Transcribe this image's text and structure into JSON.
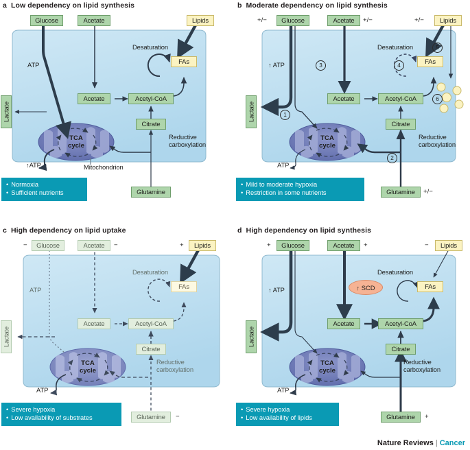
{
  "figure": {
    "footer_journal": "Nature Reviews",
    "footer_separator": "|",
    "footer_section": "Cancer",
    "colors": {
      "cell_fill": "#bfe0f0",
      "metabolite_box": "#aed5ab",
      "lipid_box": "#fbf3c2",
      "callout_teal": "#0a9ab4",
      "mitochondrion": "#6e7cb8",
      "scd_enzyme": "#f6b394",
      "accent_cancer": "#0a9ab4"
    }
  },
  "panels": [
    {
      "letter": "a",
      "title": "Low dependency on lipid synthesis",
      "external_nodes": {
        "glucose": {
          "label": "Glucose",
          "sign": ""
        },
        "acetate": {
          "label": "Acetate",
          "sign": ""
        },
        "lipids": {
          "label": "Lipids",
          "sign": ""
        },
        "lactate": {
          "label": "Lactate"
        },
        "glutamine": {
          "label": "Glutamine",
          "sign": ""
        }
      },
      "internal_nodes": {
        "acetate_in": "Acetate",
        "acetyl_coa": "Acetyl-CoA",
        "citrate": "Citrate",
        "fas": "FAs"
      },
      "labels": {
        "atp_top": "ATP",
        "atp_out": "↑ATP",
        "desaturation": "Desaturation",
        "reductive_carboxylation": "Reductive\ncarboxylation",
        "mitochondrion": "Mitochondrion",
        "tca": "TCA\ncycle"
      },
      "callout": [
        "Normoxia",
        "Sufficient nutrients"
      ],
      "numbers": []
    },
    {
      "letter": "b",
      "title": "Moderate dependency on lipid synthesis",
      "external_nodes": {
        "glucose": {
          "label": "Glucose",
          "sign": "+/−"
        },
        "acetate": {
          "label": "Acetate",
          "sign": "+/−"
        },
        "lipids": {
          "label": "Lipids",
          "sign": "+/−"
        },
        "lactate": {
          "label": "Lactate"
        },
        "glutamine": {
          "label": "Glutamine",
          "sign": "+/−"
        }
      },
      "internal_nodes": {
        "acetate_in": "Acetate",
        "acetyl_coa": "Acetyl-CoA",
        "citrate": "Citrate",
        "fas": "FAs"
      },
      "labels": {
        "atp_top": "↑ ATP",
        "atp_out": "ATP",
        "desaturation": "Desaturation",
        "reductive_carboxylation": "Reductive\ncarboxylation",
        "mitochondrion": "",
        "tca": "TCA\ncycle"
      },
      "callout": [
        "Mild to moderate hypoxia",
        "Restriction in some nutrients"
      ],
      "numbers": [
        "1",
        "2",
        "3",
        "4",
        "5",
        "6"
      ]
    },
    {
      "letter": "c",
      "title": "High dependency on lipid uptake",
      "external_nodes": {
        "glucose": {
          "label": "Glucose",
          "sign": "−"
        },
        "acetate": {
          "label": "Acetate",
          "sign": "−"
        },
        "lipids": {
          "label": "Lipids",
          "sign": "+"
        },
        "lactate": {
          "label": "Lactate"
        },
        "glutamine": {
          "label": "Glutamine",
          "sign": "−"
        }
      },
      "internal_nodes": {
        "acetate_in": "Acetate",
        "acetyl_coa": "Acetyl-CoA",
        "citrate": "Citrate",
        "fas": "FAs"
      },
      "labels": {
        "atp_top": "ATP",
        "atp_out": "ATP",
        "desaturation": "Desaturation",
        "reductive_carboxylation": "Reductive\ncarboxylation",
        "mitochondrion": "",
        "tca": "TCA\ncycle"
      },
      "callout": [
        "Severe hypoxia",
        "Low availability of substrates"
      ],
      "numbers": []
    },
    {
      "letter": "d",
      "title": "High dependency on lipid synthesis",
      "external_nodes": {
        "glucose": {
          "label": "Glucose",
          "sign": "+"
        },
        "acetate": {
          "label": "Acetate",
          "sign": "+"
        },
        "lipids": {
          "label": "Lipids",
          "sign": "−"
        },
        "lactate": {
          "label": "Lactate"
        },
        "glutamine": {
          "label": "Glutamine",
          "sign": "+"
        }
      },
      "internal_nodes": {
        "acetate_in": "Acetate",
        "acetyl_coa": "Acetyl-CoA",
        "citrate": "Citrate",
        "fas": "FAs"
      },
      "labels": {
        "atp_top": "↑ ATP",
        "atp_out": "ATP",
        "desaturation": "Desaturation",
        "reductive_carboxylation": "Reductive\ncarboxylation",
        "mitochondrion": "",
        "tca": "TCA\ncycle",
        "scd": "↑ SCD"
      },
      "callout": [
        "Severe hypoxia",
        "Low availability of lipids"
      ],
      "numbers": []
    }
  ]
}
